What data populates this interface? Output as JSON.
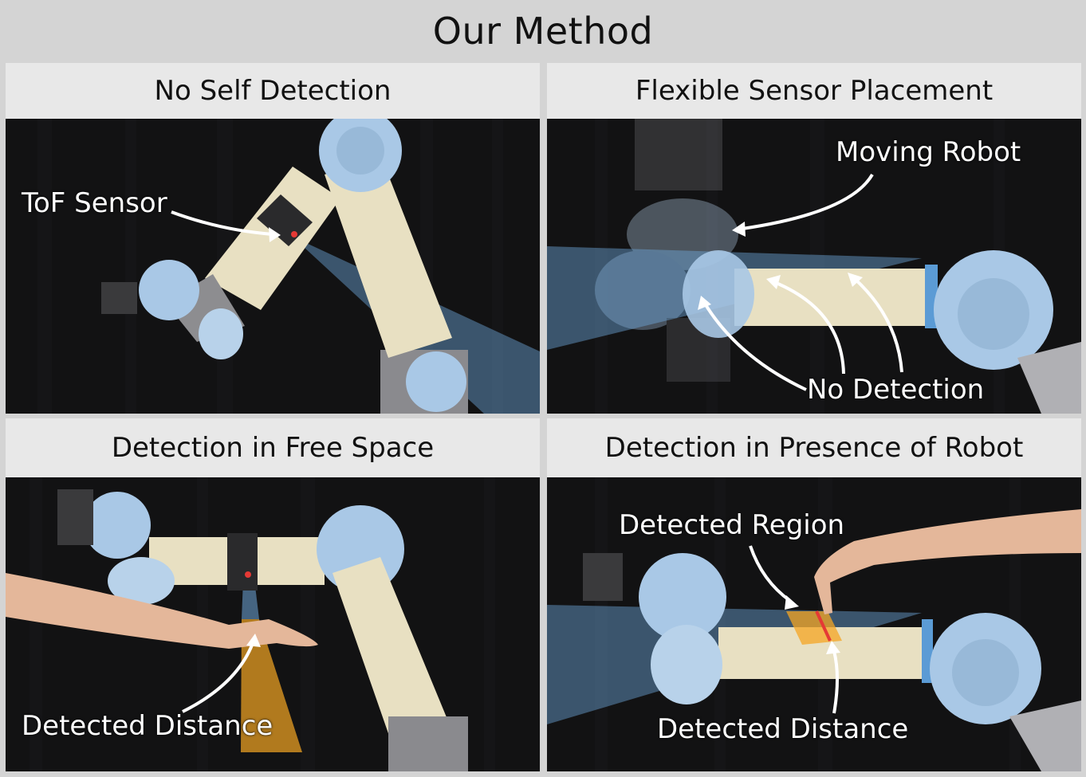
{
  "figure": {
    "title": "Our Method"
  },
  "panels": {
    "no_self_detection": {
      "title": "No Self Detection",
      "labels": {
        "tof_sensor": "ToF Sensor"
      }
    },
    "flexible_sensor_placement": {
      "title": "Flexible Sensor Placement",
      "labels": {
        "moving_robot": "Moving Robot",
        "no_detection": "No Detection"
      }
    },
    "detection_free_space": {
      "title": "Detection in Free Space",
      "labels": {
        "detected_distance": "Detected Distance"
      }
    },
    "detection_presence_of_robot": {
      "title": "Detection in Presence of Robot",
      "labels": {
        "detected_region": "Detected Region",
        "detected_distance": "Detected Distance"
      }
    }
  },
  "colors": {
    "frame_background": "#d4d4d4",
    "header_background": "#e8e8e8",
    "photo_background": "#121213",
    "sensor_beam": "#6fa8dc",
    "detection_highlight": "#f5a623",
    "detection_line": "#e53935",
    "robot_joint": "#a9c8e6",
    "robot_link": "#e8e0c2",
    "annotation_text": "#ffffff"
  },
  "icons": [
    "ur-robot-arm-illustration",
    "tof-sensor-illustration",
    "annotation-arrow-icon",
    "human-arm-illustration"
  ]
}
